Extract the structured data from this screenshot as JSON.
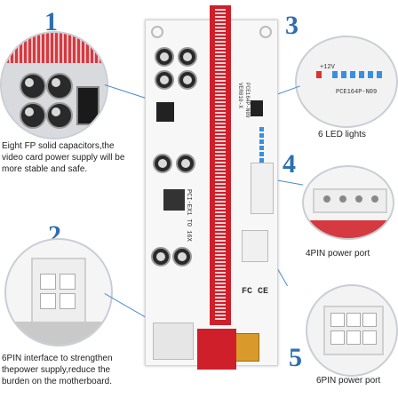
{
  "numbers": {
    "one": "1",
    "two": "2",
    "three": "3",
    "four": "4",
    "five": "5"
  },
  "captions": {
    "capacitors": [
      "Eight FP solid capacitors,the",
      "video card power supply will be",
      "more stable and safe."
    ],
    "leds": "6 LED lights",
    "pin4": "4PIN power port",
    "pin6_interface": [
      "6PIN interface to strengthen",
      "thepower supply,reduce the",
      "burden on the motherboard."
    ],
    "pin6_port": "6PIN power port"
  },
  "board_text": {
    "model": "PCE164P-N09",
    "version": "VER010-X",
    "silk": "PCI-EX1 TO 16X",
    "voltage": "+12V",
    "cert": "FC CE"
  },
  "colors": {
    "accent": "#2d6fb1",
    "slot": "#cf1f2a",
    "led": "#3a8fe0"
  }
}
